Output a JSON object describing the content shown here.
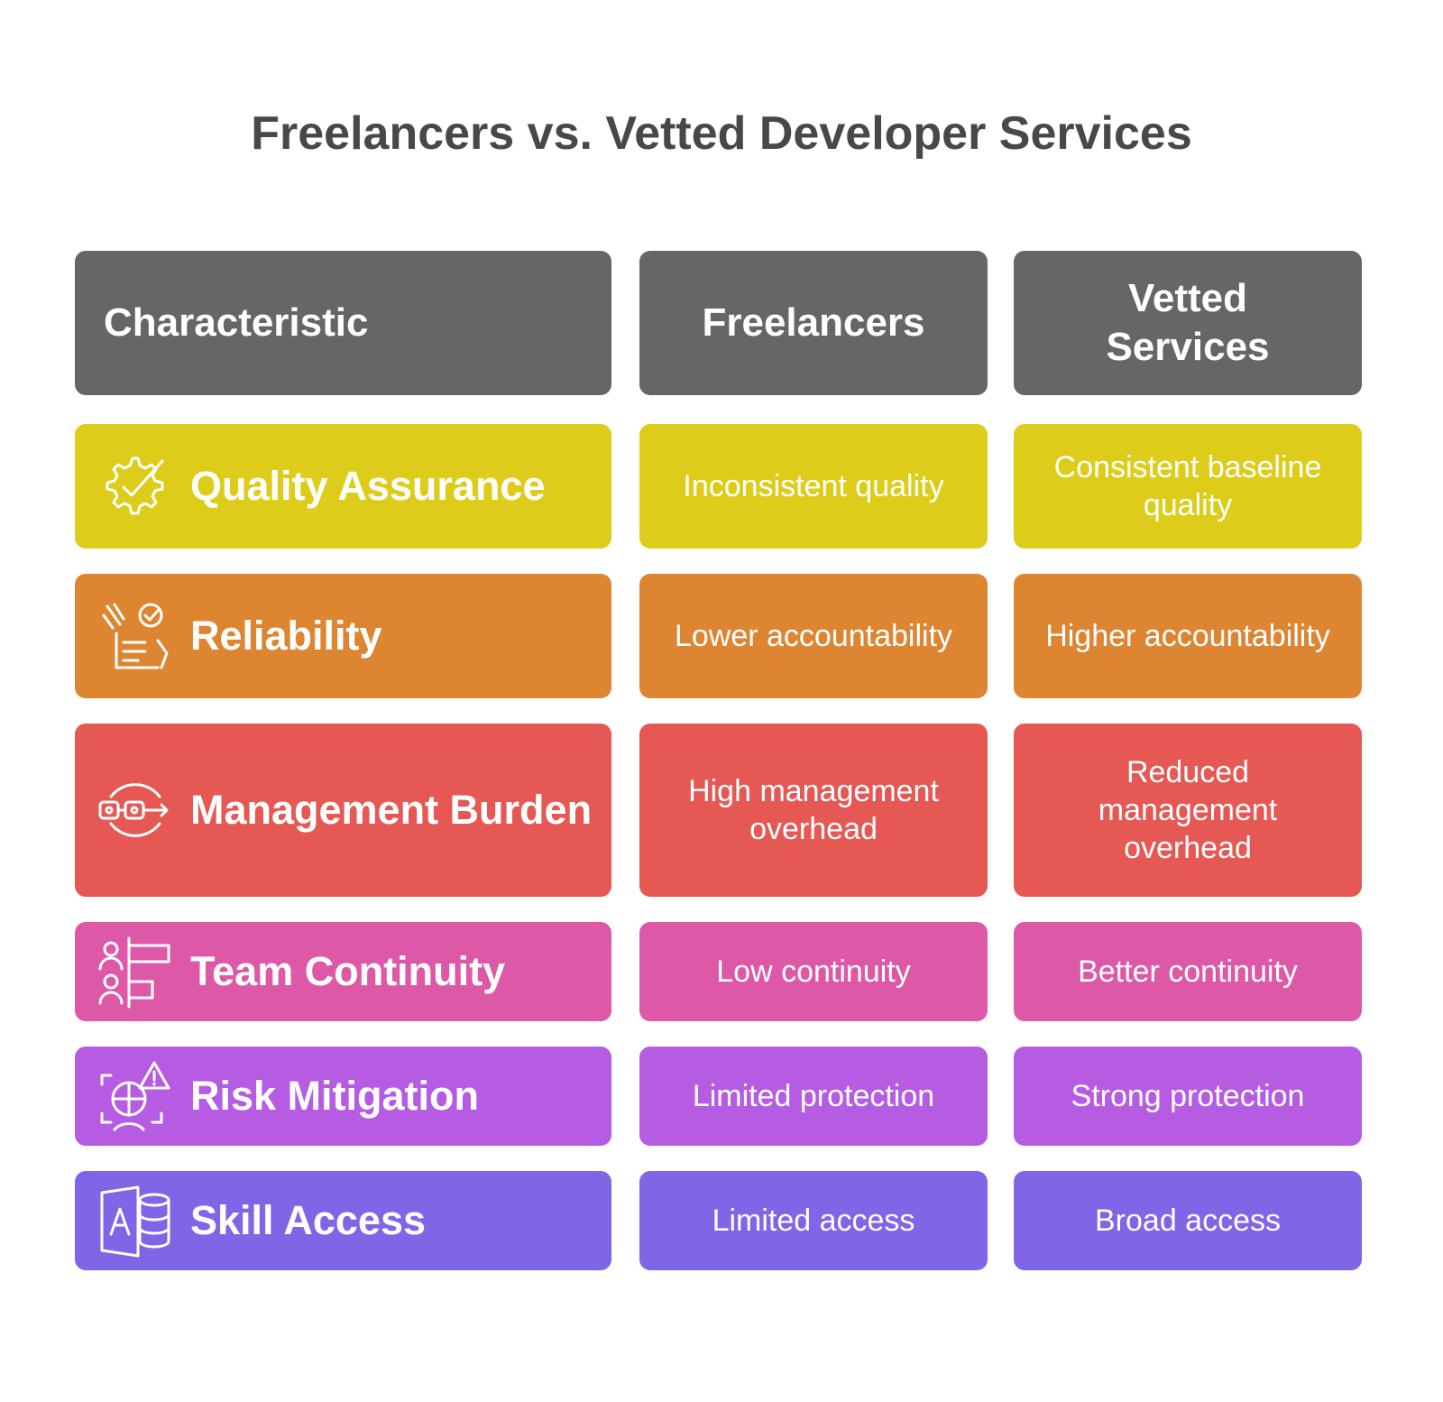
{
  "title": "Freelancers vs. Vetted Developer Services",
  "headers": [
    "Characteristic",
    "Freelancers",
    "Vetted Services"
  ],
  "rows": [
    {
      "label": "Quality Assurance",
      "icon": "gear-check-icon",
      "color": "#DECC1A",
      "freelancers": "Inconsistent quality",
      "vetted": "Consistent baseline quality"
    },
    {
      "label": "Reliability",
      "icon": "checklist-hand-icon",
      "color": "#DE8532",
      "freelancers": "Lower accountability",
      "vetted": "Higher accountability"
    },
    {
      "label": "Management Burden",
      "icon": "workflow-cycle-icon",
      "color": "#E55853",
      "freelancers": "High management overhead",
      "vetted": "Reduced management overhead"
    },
    {
      "label": "Team Continuity",
      "icon": "team-hierarchy-icon",
      "color": "#DE58A8",
      "freelancers": "Low continuity",
      "vetted": "Better continuity"
    },
    {
      "label": "Risk Mitigation",
      "icon": "globe-warning-icon",
      "color": "#B65CE3",
      "freelancers": "Limited protection",
      "vetted": "Strong protection"
    },
    {
      "label": "Skill Access",
      "icon": "database-access-icon",
      "color": "#8065E7",
      "freelancers": "Limited access",
      "vetted": "Broad access"
    }
  ]
}
